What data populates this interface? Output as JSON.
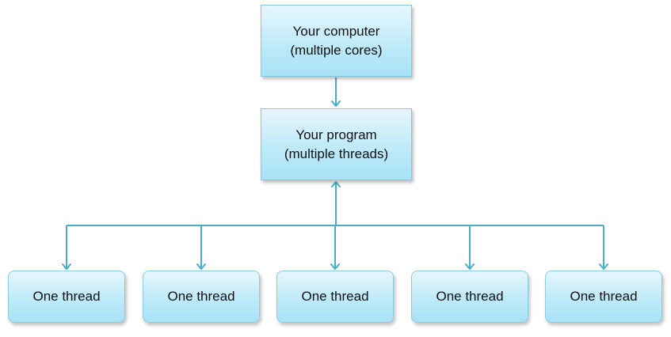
{
  "nodes": {
    "computer": {
      "line1": "Your computer",
      "line2": "(multiple cores)"
    },
    "program": {
      "line1": "Your program",
      "line2": "(multiple threads)"
    },
    "threads": [
      "One thread",
      "One thread",
      "One thread",
      "One thread",
      "One thread"
    ]
  },
  "colors": {
    "connector": "#4bacc6",
    "box_fill_top": "#e6f7fd",
    "box_fill_bottom": "#a8e2f6",
    "box_border": "#86c6dd"
  }
}
